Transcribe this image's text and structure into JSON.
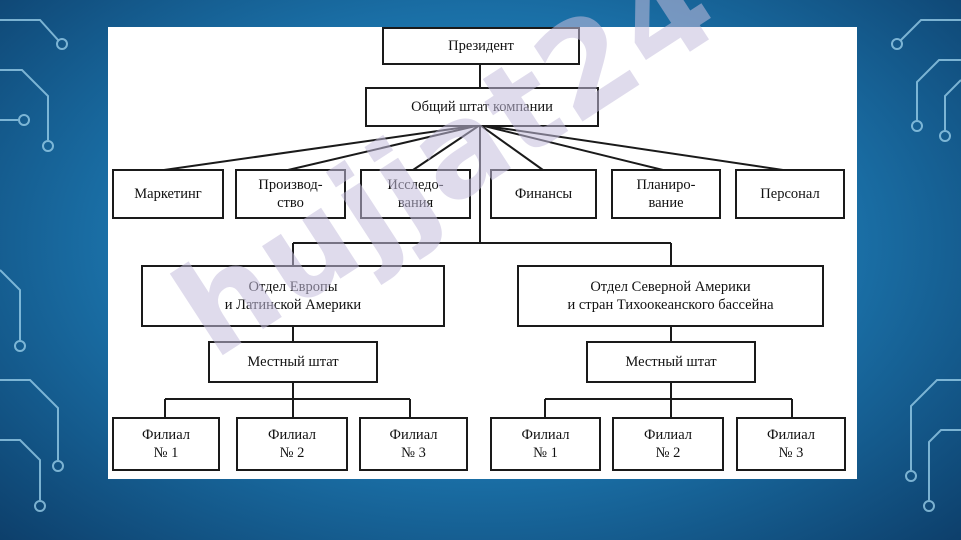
{
  "org_chart": {
    "president": "Президент",
    "general_staff": "Общий штат компании",
    "departments": [
      "Маркетинг",
      "Производ-\nство",
      "Исследо-\nвания",
      "Финансы",
      "Планиро-\nвание",
      "Персонал"
    ],
    "regions": [
      "Отдел Европы\nи Латинской Америки",
      "Отдел Северной Америки\nи стран Тихоокеанского бассейна"
    ],
    "local_staff": [
      "Местный штат",
      "Местный штат"
    ],
    "branches_left": [
      "Филиал\n№ 1",
      "Филиал\n№ 2",
      "Филиал\n№ 3"
    ],
    "branches_right": [
      "Филиал\n№ 1",
      "Филиал\n№ 2",
      "Филиал\n№ 3"
    ]
  },
  "watermark": "hujjat24",
  "colors": {
    "background": "#1a6fa6",
    "panel": "#ffffff",
    "lines": "#1a1a1a",
    "watermark": "#c4bedc"
  }
}
